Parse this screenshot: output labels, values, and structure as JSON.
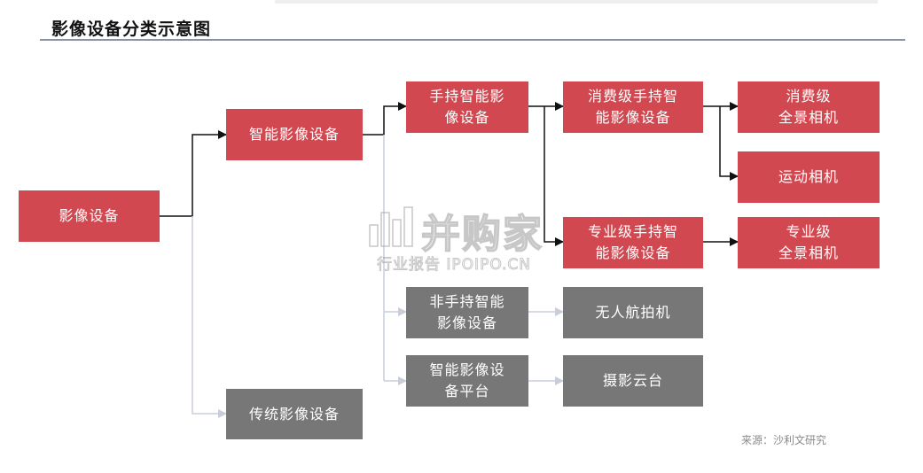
{
  "title": "影像设备分类示意图",
  "source": "来源：沙利文研究",
  "watermark": {
    "brand": "并购家",
    "tagline": "行业报告 IPOIPO.CN"
  },
  "colors": {
    "smart_node": "#d24850",
    "traditional_node": "#777777",
    "arrow_dark": "#111111",
    "arrow_light": "#c8cdd8",
    "title_rule": "#8a93a6"
  },
  "nodes": {
    "root": "影像设备",
    "smart": "智能影像设备",
    "traditional": "传统影像设备",
    "handheld_smart": "手持智能影\n像设备",
    "non_handheld_smart": "非手持智能\n影像设备",
    "smart_platform": "智能影像设\n备平台",
    "consumer_handheld": "消费级手持智\n能影像设备",
    "pro_handheld": "专业级手持智\n能影像设备",
    "consumer_360": "消费级\n全景相机",
    "action_camera": "运动相机",
    "pro_360": "专业级\n全景相机",
    "drone": "无人航拍机",
    "gimbal": "摄影云台"
  }
}
